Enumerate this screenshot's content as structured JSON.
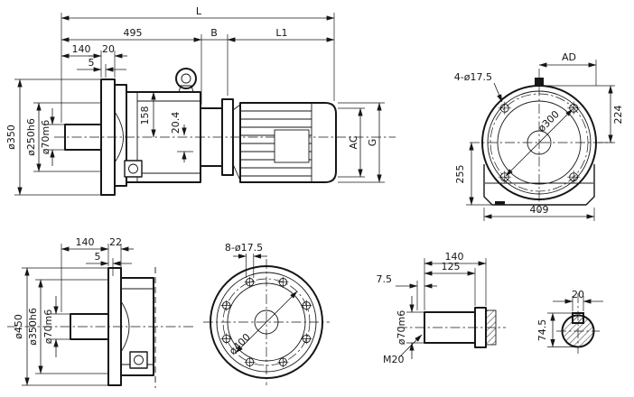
{
  "main": {
    "L": "L",
    "len495": "495",
    "B": "B",
    "L1": "L1",
    "len140": "140",
    "len20": "20",
    "len5": "5",
    "dia350": "ø350",
    "dia250": "ø250h6",
    "dia70": "ø70m6",
    "h158": "158",
    "h204": "20.4",
    "AC": "AC",
    "G": "G"
  },
  "motor_flange": {
    "holes": "4-ø17.5",
    "AD": "AD",
    "v224": "224",
    "dia300": "ø300",
    "v255": "255",
    "w409": "409"
  },
  "input_view": {
    "len140": "140",
    "len22": "22",
    "len5": "5",
    "dia450": "ø450",
    "dia350": "ø350h6",
    "dia70": "ø70m6"
  },
  "input_flange": {
    "holes": "8-ø17.5",
    "dia400": "ø400"
  },
  "shaft_detail": {
    "len140": "140",
    "len125": "125",
    "len75": "7.5",
    "dia70": "ø70m6",
    "thread": "M20"
  },
  "key_section": {
    "w20": "20",
    "h745": "74.5"
  }
}
